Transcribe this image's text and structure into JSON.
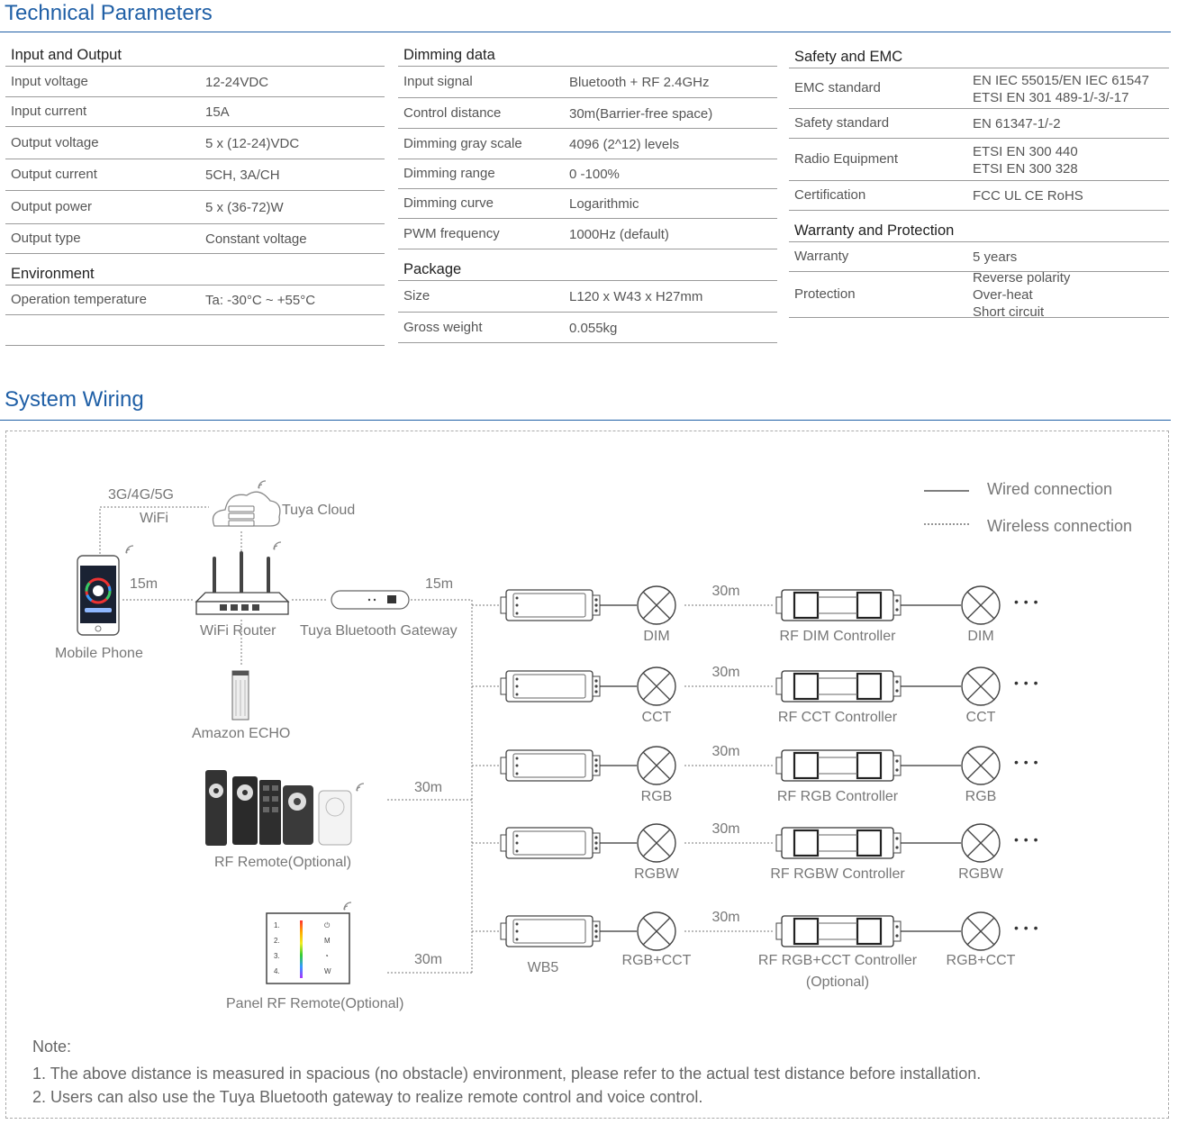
{
  "technical": {
    "title": "Technical Parameters",
    "columns": [
      {
        "rows": [
          {
            "type": "head",
            "label": "Input and Output"
          },
          {
            "label": "Input voltage",
            "value": [
              "12-24VDC"
            ]
          },
          {
            "label": "Input current",
            "value": [
              "15A"
            ]
          },
          {
            "label": "Output voltage",
            "value": [
              "5 x (12-24)VDC"
            ]
          },
          {
            "label": "Output current",
            "value": [
              "5CH,  3A/CH"
            ]
          },
          {
            "label": "Output power",
            "value": [
              "5 x (36-72)W"
            ]
          },
          {
            "label": "Output type",
            "value": [
              "Constant voltage"
            ]
          },
          {
            "type": "head",
            "label": "Environment"
          },
          {
            "label": "Operation temperature",
            "value": [
              "Ta: -30°C ~ +55°C"
            ]
          },
          {
            "label": "",
            "value": [
              ""
            ]
          }
        ]
      },
      {
        "rows": [
          {
            "type": "head",
            "label": "Dimming data"
          },
          {
            "label": "Input signal",
            "value": [
              "Bluetooth + RF 2.4GHz"
            ]
          },
          {
            "label": "Control distance",
            "value": [
              "30m(Barrier-free space)"
            ]
          },
          {
            "label": "Dimming gray scale",
            "value": [
              "4096 (2^12) levels"
            ]
          },
          {
            "label": "Dimming range",
            "value": [
              "0 -100%"
            ]
          },
          {
            "label": "Dimming curve",
            "value": [
              "Logarithmic"
            ]
          },
          {
            "label": "PWM frequency",
            "value": [
              "1000Hz (default)"
            ]
          },
          {
            "type": "head",
            "label": "Package"
          },
          {
            "label": "Size",
            "value": [
              "L120 x W43 x H27mm"
            ]
          },
          {
            "label": "Gross weight",
            "value": [
              "0.055kg"
            ]
          }
        ]
      },
      {
        "rows": [
          {
            "type": "head",
            "label": "Safety and EMC"
          },
          {
            "label": "EMC standard",
            "value": [
              "EN IEC 55015/EN IEC 61547",
              "ETSI EN 301 489-1/-3/-17"
            ]
          },
          {
            "label": "Safety standard",
            "value": [
              "EN 61347-1/-2"
            ]
          },
          {
            "label": "Radio Equipment",
            "value": [
              "ETSI EN 300 440",
              "ETSI EN 300 328"
            ]
          },
          {
            "label": "Certification",
            "value": [
              "FCC UL CE RoHS"
            ]
          },
          {
            "type": "head",
            "label": "Warranty and Protection"
          },
          {
            "label": "Warranty",
            "value": [
              "5 years"
            ]
          },
          {
            "label": "Protection",
            "value": [
              "Reverse polarity",
              "Over-heat",
              "Short circuit"
            ]
          }
        ]
      }
    ]
  },
  "wiring": {
    "title": "System Wiring",
    "legend": {
      "wired": "Wired connection",
      "wireless": "Wireless connection"
    },
    "labels": {
      "network": "3G/4G/5G",
      "wifi": "WiFi",
      "cloud": "Tuya Cloud",
      "phone": "Mobile Phone",
      "router": "WiFi Router",
      "gateway": "Tuya Bluetooth Gateway",
      "echo": "Amazon ECHO",
      "rf_remote": "RF Remote(Optional)",
      "panel_remote": "Panel RF Remote(Optional)",
      "wb5": "WB5",
      "d_phone_router": "15m",
      "d_gateway": "15m",
      "d_remote": "30m",
      "d_panel": "30m",
      "panel_digits": [
        "1.",
        "2.",
        "3.",
        "4."
      ],
      "panel_keys": [
        "⏻",
        "M",
        "◔",
        "W"
      ]
    },
    "rows": [
      {
        "lamp": "DIM",
        "distance": "30m",
        "controller": "RF DIM Controller",
        "controller2": "",
        "lamp2": "DIM"
      },
      {
        "lamp": "CCT",
        "distance": "30m",
        "controller": "RF CCT Controller",
        "controller2": "",
        "lamp2": "CCT"
      },
      {
        "lamp": "RGB",
        "distance": "30m",
        "controller": "RF RGB Controller",
        "controller2": "",
        "lamp2": "RGB"
      },
      {
        "lamp": "RGBW",
        "distance": "30m",
        "controller": "RF RGBW Controller",
        "controller2": "",
        "lamp2": "RGBW"
      },
      {
        "lamp": "RGB+CCT",
        "distance": "30m",
        "controller": "RF RGB+CCT Controller",
        "controller2": "(Optional)",
        "lamp2": "RGB+CCT"
      }
    ],
    "ellipsis": "• • •"
  },
  "notes": {
    "title": "Note:",
    "items": [
      "1. The above distance is measured in spacious (no obstacle) environment, please refer to the actual test distance before installation.",
      "2. Users can also use the Tuya Bluetooth gateway to realize remote control and voice control."
    ]
  },
  "colors": {
    "accent": "#1f5fa6",
    "rule": "#9a9a9a",
    "text": "#555555"
  }
}
